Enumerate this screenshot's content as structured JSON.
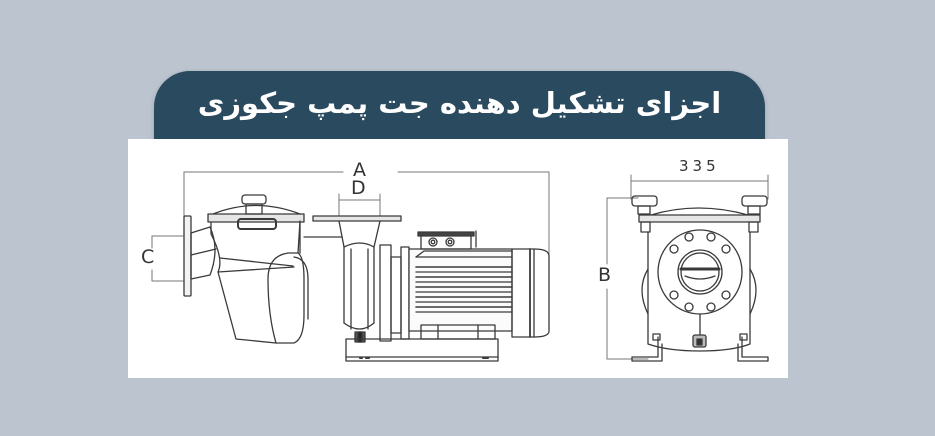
{
  "header": {
    "title": "اجزای تشکیل دهنده جت پمپ جکوزی"
  },
  "diagram": {
    "side_view": {
      "dimension_labels": {
        "overall_length": "A",
        "outlet_spacing": "D",
        "inlet_height": "C"
      },
      "components": [
        "inlet-flange",
        "strainer-basket-housing",
        "lid",
        "pump-volute",
        "outlet-flange",
        "motor",
        "cooling-fan-cover",
        "base-plate",
        "terminal-box"
      ]
    },
    "front_view": {
      "dimension_labels": {
        "width": "335",
        "height": "B"
      },
      "components": [
        "lid-knobs",
        "inlet-flange-8-bolt",
        "feet"
      ]
    }
  },
  "colors": {
    "background": "#bcc4cf",
    "header_bg": "#2a4a60",
    "header_text": "#ffffff",
    "panel_bg": "#ffffff",
    "line": "#3a3a3a"
  }
}
